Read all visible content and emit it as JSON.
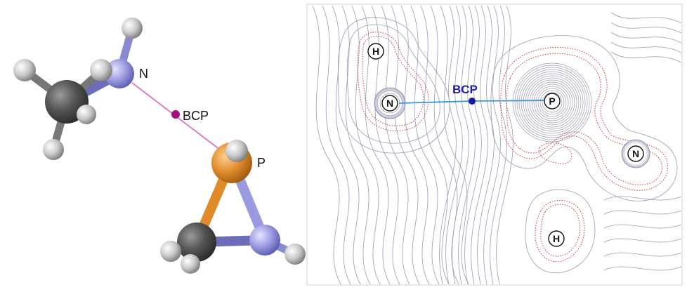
{
  "left_panel": {
    "labels": {
      "n": "N",
      "bcp": "BCP",
      "p": "P"
    },
    "colors": {
      "hydrogen": "#c9c9c9",
      "carbon": "#555555",
      "nitrogen": "#9a9ae0",
      "phosphorus": "#e08a2a",
      "bcp_point": "#a0107a",
      "bond_path": "#e070c0"
    }
  },
  "right_panel": {
    "labels": {
      "h_top": "H",
      "n_left": "N",
      "bcp": "BCP",
      "p": "P",
      "n_right": "N",
      "h_bottom": "H"
    },
    "colors": {
      "contour": "#8a8aa0",
      "negative_contour": "#d03040",
      "bond_path": "#3a9ad8",
      "bcp_point": "#1a1aa0",
      "bcp_label": "#2222aa"
    }
  }
}
